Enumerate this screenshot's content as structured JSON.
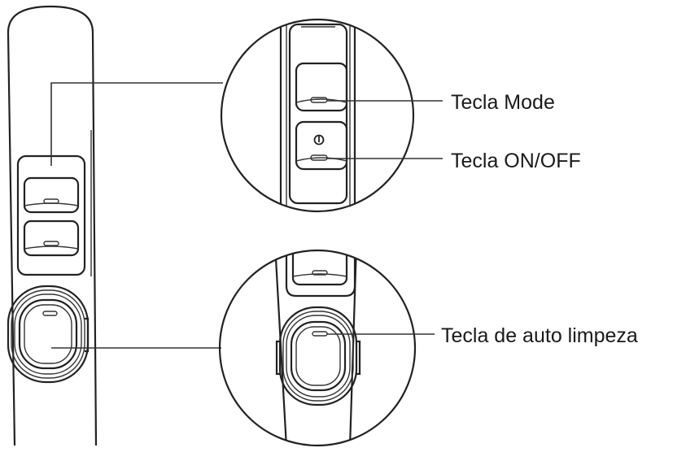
{
  "callouts": {
    "mode_key": "Tecla Mode",
    "onoff_key": "Tecla ON/OFF",
    "self_clean_key": "Tecla de auto limpeza"
  },
  "icons": {
    "power": "power-icon"
  },
  "colors": {
    "line": "#222222",
    "background": "#ffffff",
    "text": "#1a1a1a"
  }
}
